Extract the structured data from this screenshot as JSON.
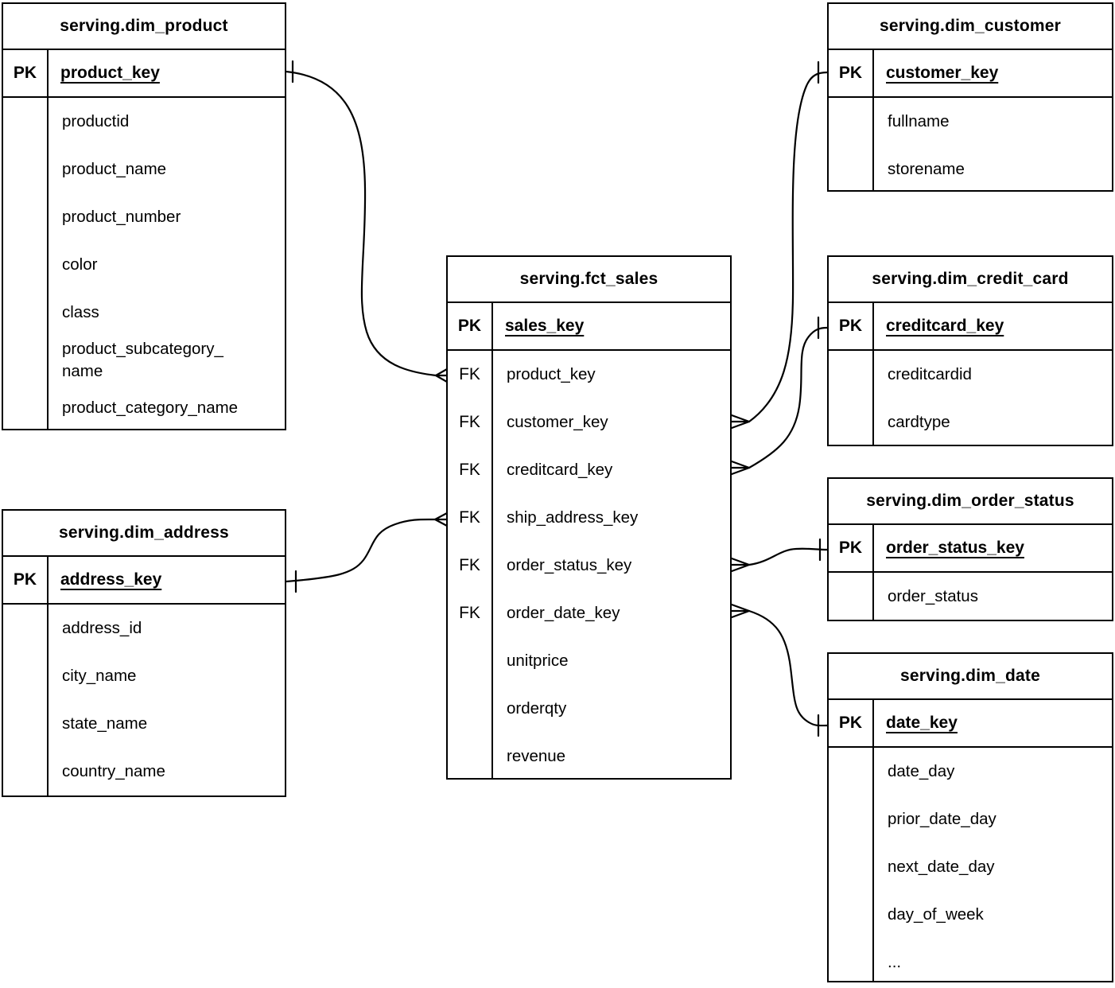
{
  "background_color": "#ffffff",
  "line_color": "#000000",
  "notation": {
    "one_symbol": "single perpendicular tick",
    "many_symbol": "crow's foot"
  },
  "tables": {
    "dim_product": {
      "title": "serving.dim_product",
      "pk_label": "PK",
      "pk_field": "product_key",
      "fields": [
        {
          "key": "",
          "name": "productid"
        },
        {
          "key": "",
          "name": "product_name"
        },
        {
          "key": "",
          "name": "product_number"
        },
        {
          "key": "",
          "name": "color"
        },
        {
          "key": "",
          "name": "class"
        },
        {
          "key": "",
          "name": "product_subcategory_\nname"
        },
        {
          "key": "",
          "name": "product_category_name"
        }
      ]
    },
    "dim_address": {
      "title": "serving.dim_address",
      "pk_label": "PK",
      "pk_field": "address_key",
      "fields": [
        {
          "key": "",
          "name": "address_id"
        },
        {
          "key": "",
          "name": "city_name"
        },
        {
          "key": "",
          "name": "state_name"
        },
        {
          "key": "",
          "name": "country_name"
        }
      ]
    },
    "fct_sales": {
      "title": "serving.fct_sales",
      "pk_label": "PK",
      "pk_field": "sales_key",
      "fields": [
        {
          "key": "FK",
          "name": "product_key"
        },
        {
          "key": "FK",
          "name": "customer_key"
        },
        {
          "key": "FK",
          "name": "creditcard_key"
        },
        {
          "key": "FK",
          "name": "ship_address_key"
        },
        {
          "key": "FK",
          "name": "order_status_key"
        },
        {
          "key": "FK",
          "name": "order_date_key"
        },
        {
          "key": "",
          "name": "unitprice"
        },
        {
          "key": "",
          "name": "orderqty"
        },
        {
          "key": "",
          "name": "revenue"
        }
      ]
    },
    "dim_customer": {
      "title": "serving.dim_customer",
      "pk_label": "PK",
      "pk_field": "customer_key",
      "fields": [
        {
          "key": "",
          "name": "fullname"
        },
        {
          "key": "",
          "name": "storename"
        }
      ]
    },
    "dim_credit_card": {
      "title": "serving.dim_credit_card",
      "pk_label": "PK",
      "pk_field": "creditcard_key",
      "fields": [
        {
          "key": "",
          "name": "creditcardid"
        },
        {
          "key": "",
          "name": "cardtype"
        }
      ]
    },
    "dim_order_status": {
      "title": "serving.dim_order_status",
      "pk_label": "PK",
      "pk_field": "order_status_key",
      "fields": [
        {
          "key": "",
          "name": "order_status"
        }
      ]
    },
    "dim_date": {
      "title": "serving.dim_date",
      "pk_label": "PK",
      "pk_field": "date_key",
      "fields": [
        {
          "key": "",
          "name": "date_day"
        },
        {
          "key": "",
          "name": "prior_date_day"
        },
        {
          "key": "",
          "name": "next_date_day"
        },
        {
          "key": "",
          "name": "day_of_week"
        },
        {
          "key": "",
          "name": "..."
        }
      ]
    }
  },
  "relationships": [
    {
      "one": "serving.dim_product.product_key",
      "many": "serving.fct_sales.product_key"
    },
    {
      "one": "serving.dim_address.address_key",
      "many": "serving.fct_sales.ship_address_key"
    },
    {
      "one": "serving.dim_customer.customer_key",
      "many": "serving.fct_sales.customer_key"
    },
    {
      "one": "serving.dim_credit_card.creditcard_key",
      "many": "serving.fct_sales.creditcard_key"
    },
    {
      "one": "serving.dim_order_status.order_status_key",
      "many": "serving.fct_sales.order_status_key"
    },
    {
      "one": "serving.dim_date.date_key",
      "many": "serving.fct_sales.order_date_key"
    }
  ]
}
